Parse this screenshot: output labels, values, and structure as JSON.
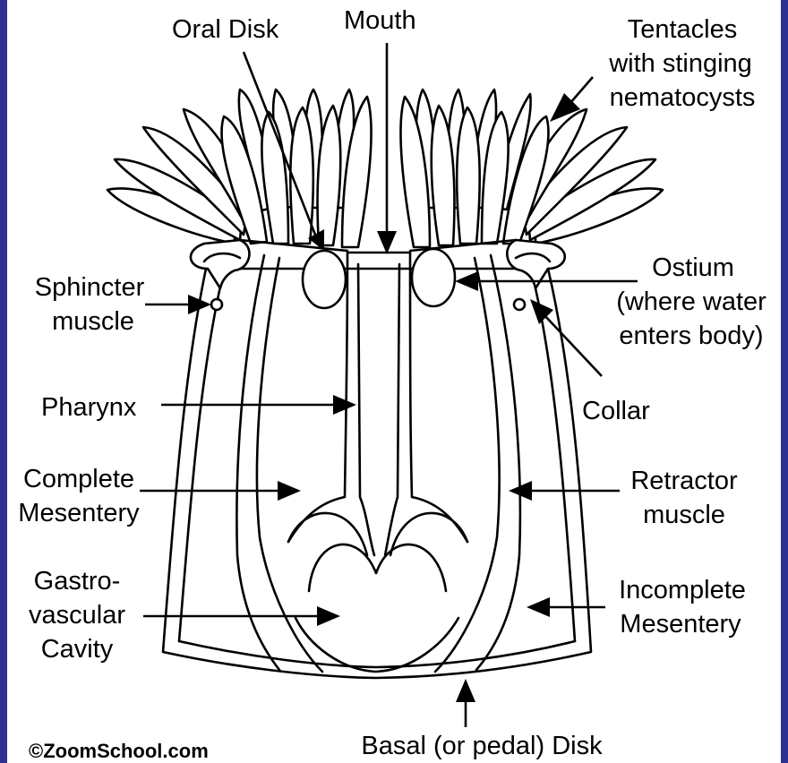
{
  "diagram": {
    "labels": {
      "oral_disk": "Oral Disk",
      "mouth": "Mouth",
      "tentacles": [
        "Tentacles",
        "with stinging",
        "nematocysts"
      ],
      "sphincter": [
        "Sphincter",
        "muscle"
      ],
      "ostium": [
        "Ostium",
        "(where water",
        "enters body)"
      ],
      "pharynx": "Pharynx",
      "collar": "Collar",
      "complete_mesentery": [
        "Complete",
        "Mesentery"
      ],
      "retractor": [
        "Retractor",
        "muscle"
      ],
      "gastro": [
        "Gastro-",
        "vascular",
        "Cavity"
      ],
      "incomplete_mesentery": [
        "Incomplete",
        "Mesentery"
      ],
      "basal_disk": "Basal (or pedal) Disk"
    },
    "copyright": "©ZoomSchool.com",
    "colors": {
      "frame": "#2e3192",
      "ink": "#000000",
      "background": "#ffffff"
    }
  }
}
